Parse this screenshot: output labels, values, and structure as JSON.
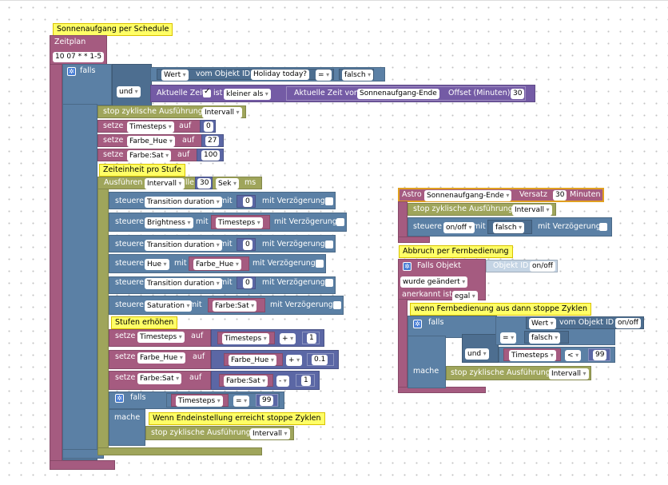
{
  "main": {
    "comment_title": "Sonnenaufgang per Schedule",
    "zeitplan": "Zeitplan",
    "cron": "10 07 * * 1-5",
    "falls": "falls",
    "wert": "Wert",
    "vom_objekt_id": "vom Objekt ID",
    "holiday_obj": "Holiday today?",
    "eq_op": "=",
    "falsch": "falsch",
    "und": "und",
    "aktuelle_zeit": "Aktuelle Zeit",
    "ist": "ist",
    "kleiner_als": "kleiner als",
    "aktuelle_zeit_von": "Aktuelle Zeit von",
    "sunrise_end": "Sonnenaufgang-Ende",
    "offset_label": "Offset (Minuten)",
    "offset_value": "30",
    "mache": "mache",
    "stop_intervall": "stop zyklische Ausführung",
    "intervall": "Intervall",
    "setze": "setze",
    "auf": "auf",
    "var_timesteps": "Timesteps",
    "var_farbe_hue": "Farbe_Hue",
    "var_farbe_sat": "Farbe:Sat",
    "set1_value": "0",
    "set2_value": "27",
    "set3_value": "100",
    "comment_zeiteinheit": "Zeiteinheit pro Stufe",
    "ausfuehren": "Ausführen",
    "alle": "alle",
    "alle_value": "30",
    "sek": "Sek",
    "ms": "ms",
    "steuere": "steuere",
    "mit": "mit",
    "mit_verzoegerung": "mit Verzögerung",
    "transition_duration": "Transition duration",
    "brightness": "Brightness",
    "hue": "Hue",
    "saturation": "Saturation",
    "zero": "0",
    "comment_stufen": "Stufen erhöhen",
    "plus": "+",
    "minus": "-",
    "one": "1",
    "inc_hue": "0.1",
    "ninety_nine": "99",
    "comment_endeinstellung": "Wenn Endeinstellung erreicht stoppe Zyklen"
  },
  "right": {
    "astro": "Astro",
    "sunrise_end": "Sonnenaufgang-Ende",
    "versatz": "Versatz",
    "versatz_value": "30",
    "minuten": "Minuten",
    "stop_intervall": "stop zyklische Ausführung",
    "intervall": "Intervall",
    "steuere": "steuere",
    "on_off": "on/off",
    "mit": "mit",
    "falsch": "falsch",
    "mit_verzoegerung": "mit Verzögerung",
    "comment_abbruch": "Abbruch per Fernbedienung",
    "falls_objekt": "Falls Objekt",
    "objekt_id": "Objekt ID",
    "wurde_geaendert": "wurde geändert",
    "anerkannt_ist": "anerkannt ist",
    "egal": "egal",
    "comment_fernbedienung": "wenn Fernbedienung aus dann stoppe Zyklen",
    "falls": "falls",
    "wert": "Wert",
    "vom_objekt_id": "vom Objekt ID",
    "eq_op": "=",
    "und": "und",
    "var_timesteps": "Timesteps",
    "lt": "<",
    "ninety_nine": "99",
    "mache": "mache"
  },
  "colors": {
    "event": "#a55b80",
    "logic": "#5b80a5",
    "timer": "#9fa55b",
    "variable": "#a55b80",
    "comment": "#ffff66"
  }
}
